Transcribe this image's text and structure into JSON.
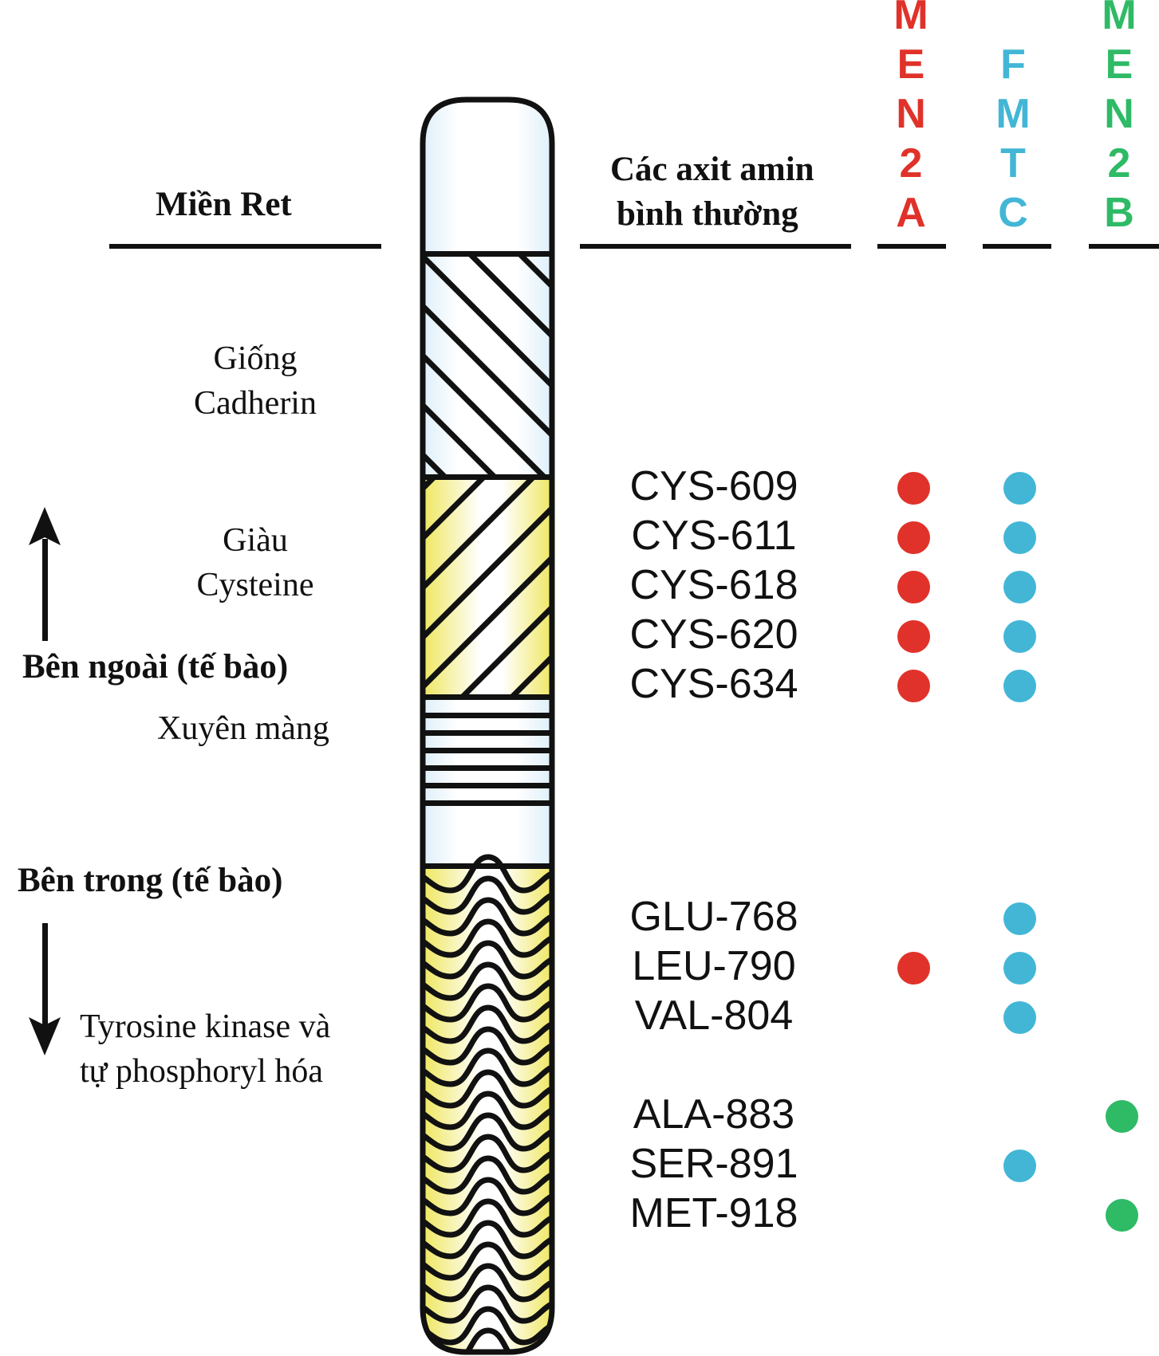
{
  "header": {
    "domain_title": "Miền Ret",
    "amino_title_line1": "Các axit amin",
    "amino_title_line2": "bình thường"
  },
  "columns": [
    {
      "id": "men2a",
      "letters": [
        "M",
        "E",
        "N",
        "2",
        "A"
      ],
      "color": "#e0322a"
    },
    {
      "id": "fmtc",
      "letters": [
        "F",
        "M",
        "T",
        "C"
      ],
      "color": "#43b6d6"
    },
    {
      "id": "men2b",
      "letters": [
        "M",
        "E",
        "N",
        "2",
        "B"
      ],
      "color": "#2fba66"
    }
  ],
  "domains": {
    "cadherin": [
      "Giống",
      "Cadherin"
    ],
    "cysteine": [
      "Giàu",
      "Cysteine"
    ],
    "transmembrane": "Xuyên màng",
    "kinase": [
      "Tyrosine kinase và",
      "tự phosphoryl hóa"
    ]
  },
  "orientation": {
    "outside": "Bên ngoài (tế bào)",
    "inside": "Bên trong (tế bào)"
  },
  "residues": [
    {
      "label": "CYS-609",
      "men2a": true,
      "fmtc": true,
      "men2b": false
    },
    {
      "label": "CYS-611",
      "men2a": true,
      "fmtc": true,
      "men2b": false
    },
    {
      "label": "CYS-618",
      "men2a": true,
      "fmtc": true,
      "men2b": false
    },
    {
      "label": "CYS-620",
      "men2a": true,
      "fmtc": true,
      "men2b": false
    },
    {
      "label": "CYS-634",
      "men2a": true,
      "fmtc": true,
      "men2b": false
    },
    {
      "label": "GLU-768",
      "men2a": false,
      "fmtc": true,
      "men2b": false
    },
    {
      "label": "LEU-790",
      "men2a": true,
      "fmtc": true,
      "men2b": false
    },
    {
      "label": "VAL-804",
      "men2a": false,
      "fmtc": true,
      "men2b": false
    },
    {
      "label": "ALA-883",
      "men2a": false,
      "fmtc": false,
      "men2b": true
    },
    {
      "label": "SER-891",
      "men2a": false,
      "fmtc": true,
      "men2b": false
    },
    {
      "label": "MET-918",
      "men2a": false,
      "fmtc": false,
      "men2b": true
    }
  ]
}
